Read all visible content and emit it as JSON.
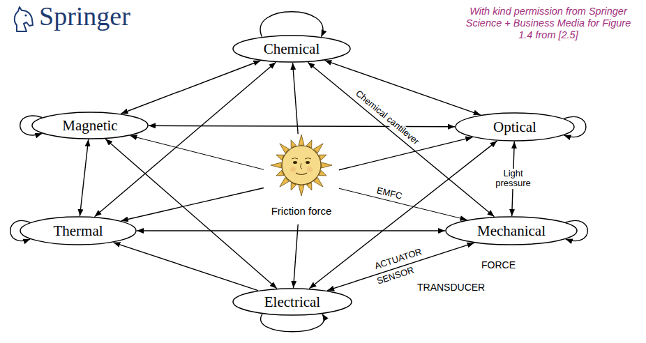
{
  "diagram": {
    "nodes": [
      {
        "text": [
          "Chemical"
        ]
      },
      {
        "text": [
          "Magnetic"
        ]
      },
      {
        "text": [
          "Optical"
        ]
      },
      {
        "text": [
          "Friction force"
        ]
      },
      {
        "text": [
          "Thermal"
        ]
      },
      {
        "text": [
          "Mechanical"
        ]
      },
      {
        "text": [
          "Electrical"
        ]
      }
    ],
    "edges": [
      {
        "from": 0,
        "to": 0,
        "arrow": "to"
      },
      {
        "from": 1,
        "to": 1,
        "arrow": "to"
      },
      {
        "from": 2,
        "to": 2,
        "arrow": "to"
      },
      {
        "from": 4,
        "to": 4,
        "arrow": "to"
      },
      {
        "from": 5,
        "to": 5,
        "arrow": "to"
      },
      {
        "from": 6,
        "to": 6,
        "arrow": "to"
      },
      {
        "from": 0,
        "to": 1,
        "arrow": "both"
      },
      {
        "from": 0,
        "to": 2,
        "arrow": "both"
      },
      {
        "from": 0,
        "to": 4,
        "arrow": "both"
      },
      {
        "from": 0,
        "to": 5,
        "label": "Chemical cantilever",
        "arrow": "both"
      },
      {
        "from": 1,
        "to": 2,
        "arrow": "both"
      },
      {
        "from": 1,
        "to": 4,
        "arrow": "both"
      },
      {
        "from": 1,
        "to": 6,
        "arrow": "both"
      },
      {
        "from": 2,
        "to": 5,
        "label": "Light pressure",
        "arrow": "both"
      },
      {
        "from": 2,
        "to": 6,
        "arrow": "both"
      },
      {
        "from": 4,
        "to": 5,
        "arrow": "both"
      },
      {
        "from": 6,
        "to": 4,
        "arrow": "to"
      },
      {
        "from": 5,
        "to": 6,
        "label": "ACTUATOR",
        "arrow": "both"
      },
      {
        "from": 3,
        "to": 0,
        "arrow": "to"
      },
      {
        "from": 3,
        "to": 1,
        "arrow": "to"
      },
      {
        "from": 3,
        "to": 2,
        "arrow": "to"
      },
      {
        "from": 3,
        "to": 4,
        "arrow": "to"
      },
      {
        "from": 3,
        "to": 5,
        "label": "EMFC",
        "arrow": "to"
      },
      {
        "from": 3,
        "to": 6,
        "arrow": "to"
      }
    ],
    "labels": [
      "Springer",
      "With kind permission from Springer Science + Business Media for Figure 1.4 from [2.5]",
      "SENSOR",
      "FORCE",
      "TRANSDUCER"
    ]
  }
}
